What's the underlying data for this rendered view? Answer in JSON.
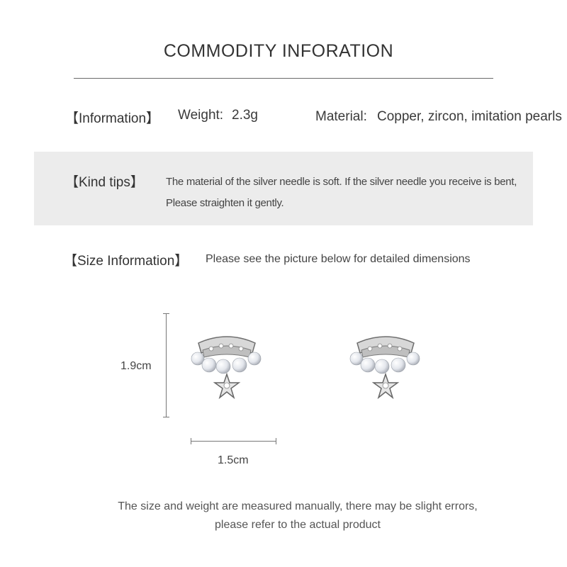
{
  "header": {
    "title": "COMMODITY INFORATION"
  },
  "information": {
    "label": "【Information】",
    "weight_label": "Weight:",
    "weight_value": "2.3g",
    "material_label": "Material:",
    "material_value": "Copper, zircon, imitation pearls"
  },
  "kind_tips": {
    "label": "【Kind tips】",
    "line1": "The material of the silver needle is soft. If the silver needle you receive is bent,",
    "line2": "Please straighten it gently."
  },
  "size_information": {
    "label": "【Size Information】",
    "text": "Please see the picture below for detailed dimensions"
  },
  "dimensions": {
    "height": "1.9cm",
    "width": "1.5cm"
  },
  "footer": {
    "line1": "The size and weight are measured manually, there may be slight errors,",
    "line2": "please refer to the actual product"
  },
  "colors": {
    "tips_background": "#ececec",
    "text": "#3a3a3a",
    "pearl": "#e8eaee",
    "metal": "#9a9a9a"
  }
}
